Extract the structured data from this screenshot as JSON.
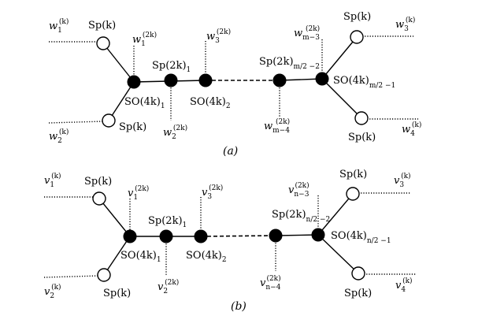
{
  "captions": {
    "a": "(a)",
    "b": "(b)"
  },
  "diagram_a": {
    "w1k": "w",
    "w1k_sub": "1",
    "w1k_sup": "(k)",
    "w2k": "w",
    "w2k_sub": "2",
    "w2k_sup": "(k)",
    "w3k": "w",
    "w3k_sub": "3",
    "w3k_sup": "(k)",
    "w4k": "w",
    "w4k_sub": "4",
    "w4k_sup": "(k)",
    "w1_2k": "w",
    "w1_2k_sub": "1",
    "w1_2k_sup": "(2k)",
    "w2_2k": "w",
    "w2_2k_sub": "2",
    "w2_2k_sup": "(2k)",
    "w3_2k": "w",
    "w3_2k_sub": "3",
    "w3_2k_sup": "(2k)",
    "wm3_2k": "w",
    "wm3_2k_sub": "m−3",
    "wm3_2k_sup": "(2k)",
    "wm4_2k": "w",
    "wm4_2k_sub": "m−4",
    "wm4_2k_sup": "(2k)",
    "sp_ul": "Sp(k)",
    "sp_ll": "Sp(k)",
    "sp_ur": "Sp(k)",
    "sp_lr": "Sp(k)",
    "sp2k_1": "Sp(2k)",
    "sp2k_1_sub": "1",
    "sp2k_last": "Sp(2k)",
    "sp2k_last_sub": "m/2 −2",
    "so4k_1": "SO(4k)",
    "so4k_1_sub": "1",
    "so4k_2": "SO(4k)",
    "so4k_2_sub": "2",
    "so4k_last": "SO(4k)",
    "so4k_last_sub": "m/2 −1"
  },
  "diagram_b": {
    "v1k": "v",
    "v1k_sub": "1",
    "v1k_sup": "(k)",
    "v2k": "v",
    "v2k_sub": "2",
    "v2k_sup": "(k)",
    "v3k": "v",
    "v3k_sub": "3",
    "v3k_sup": "(k)",
    "v4k": "v",
    "v4k_sub": "4",
    "v4k_sup": "(k)",
    "v1_2k": "v",
    "v1_2k_sub": "1",
    "v1_2k_sup": "(2k)",
    "v2_2k": "v",
    "v2_2k_sub": "2",
    "v2_2k_sup": "(2k)",
    "v3_2k": "v",
    "v3_2k_sub": "3",
    "v3_2k_sup": "(2k)",
    "vn3_2k": "v",
    "vn3_2k_sub": "n−3",
    "vn3_2k_sup": "(2k)",
    "vn4_2k": "v",
    "vn4_2k_sub": "n−4",
    "vn4_2k_sup": "(2k)",
    "sp_ul": "Sp(k)",
    "sp_ll": "Sp(k)",
    "sp_ur": "Sp(k)",
    "sp_lr": "Sp(k)",
    "sp2k_1": "Sp(2k)",
    "sp2k_1_sub": "1",
    "sp2k_last": "Sp(2k)",
    "sp2k_last_sub": "n/2 −2",
    "so4k_1": "SO(4k)",
    "so4k_1_sub": "1",
    "so4k_2": "SO(4k)",
    "so4k_2_sub": "2",
    "so4k_last": "SO(4k)",
    "so4k_last_sub": "n/2 −1"
  }
}
